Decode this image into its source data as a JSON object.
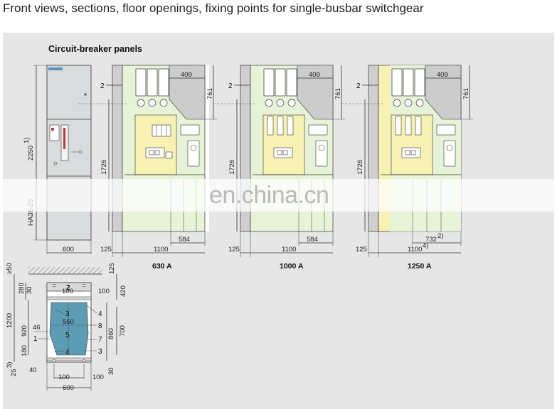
{
  "title": "Front views, sections, floor openings, fixing points for single-busbar switchgear",
  "subtitle": "Circuit-breaker panels",
  "watermark": "en.china.cn",
  "front_view": {
    "height_label": "2250",
    "height_note": "1)",
    "width_label": "600",
    "side_code": "HA35-25"
  },
  "sections": [
    {
      "rating": "630 A",
      "callout": "2",
      "top_width": "409",
      "top_height": "761",
      "side_height": "1726",
      "bottom_inner": "584",
      "bottom_inner_note": "",
      "left_gap": "125",
      "depth": "1100",
      "depth_note": ""
    },
    {
      "rating": "1000 A",
      "callout": "2",
      "top_width": "409",
      "top_height": "761",
      "side_height": "1726",
      "bottom_inner": "584",
      "bottom_inner_note": "",
      "left_gap": "125",
      "depth": "1100",
      "depth_note": ""
    },
    {
      "rating": "1250 A",
      "callout": "2",
      "top_width": "409",
      "top_height": "761",
      "side_height": "1726",
      "bottom_inner": "732",
      "bottom_inner_note": "2)",
      "left_gap": "125",
      "depth": "1100",
      "depth_note": "4)"
    }
  ],
  "floor_plan": {
    "d_ge50": "≥50",
    "d_125": "125",
    "d_280": "280",
    "d_30a": "30",
    "d_100a": "100",
    "d_100b": "100",
    "d_420": "420",
    "d_1200": "1200",
    "d_920": "920",
    "d_560": "560",
    "d_46": "46",
    "d_860": "860",
    "d_700": "700",
    "d_180": "180",
    "d_25": "25",
    "d_25_note": "3)",
    "d_30b": "30",
    "d_40": "40",
    "d_100c": "100",
    "d_100d": "100",
    "d_600": "600",
    "callouts": [
      "2",
      "3",
      "4",
      "5",
      "8",
      "1",
      "7",
      "4",
      "3"
    ]
  }
}
